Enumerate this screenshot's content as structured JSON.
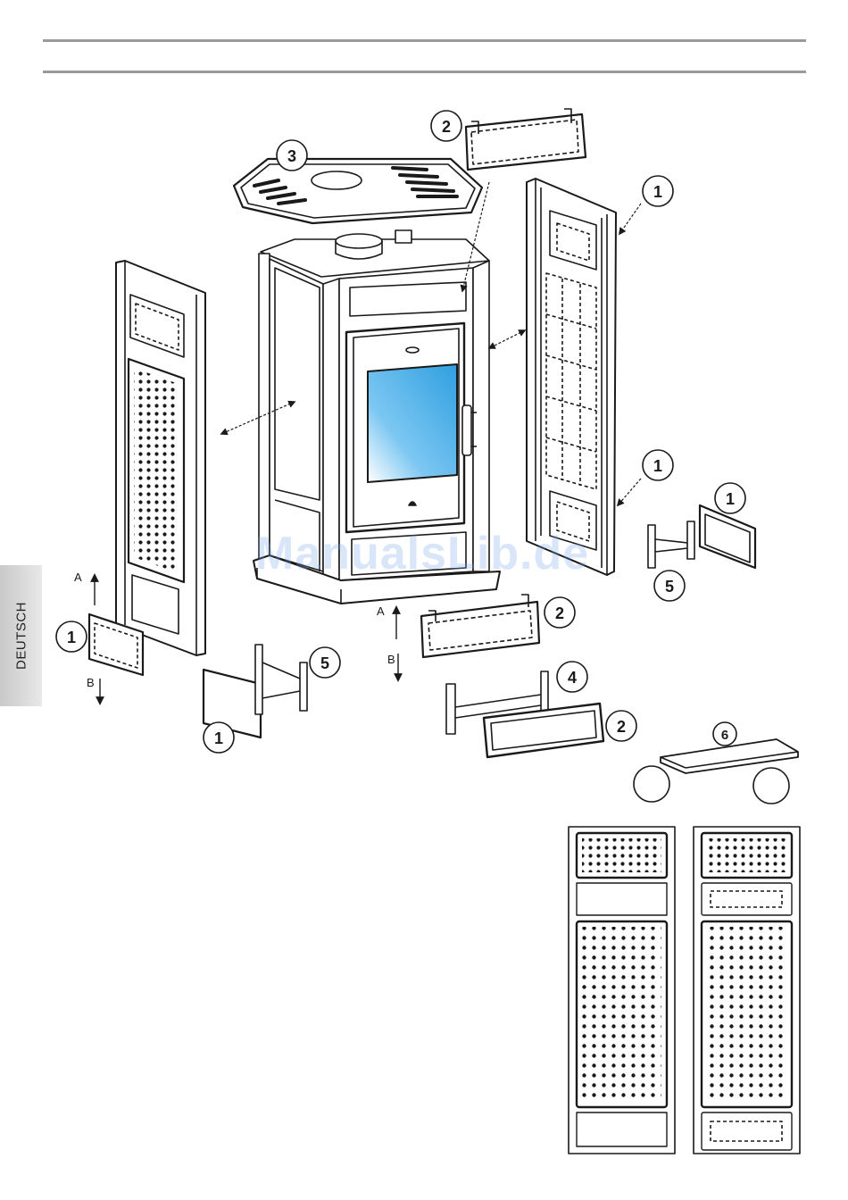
{
  "side_tab": {
    "label": "DEUTSCH"
  },
  "watermark": "ManualsLib.de",
  "callouts": {
    "top_panel_2": "2",
    "top_cover_3": "3",
    "right_panel_1_top": "1",
    "right_panel_1_bottom": "1",
    "right_insert_1": "1",
    "right_bracket_5": "5",
    "left_insert_1": "1",
    "left_bracket_5": "5",
    "left_loose_1": "1",
    "front_panel_2": "2",
    "bracket_4": "4",
    "front_insert_2": "2",
    "plate_6": "6"
  },
  "arrows": {
    "left_up": "A",
    "left_down": "B",
    "front_up": "A",
    "front_down": "B"
  },
  "colors": {
    "line": "#1a1a1a",
    "rule": "#9a9a9a",
    "glass": "#3aa8e6"
  }
}
